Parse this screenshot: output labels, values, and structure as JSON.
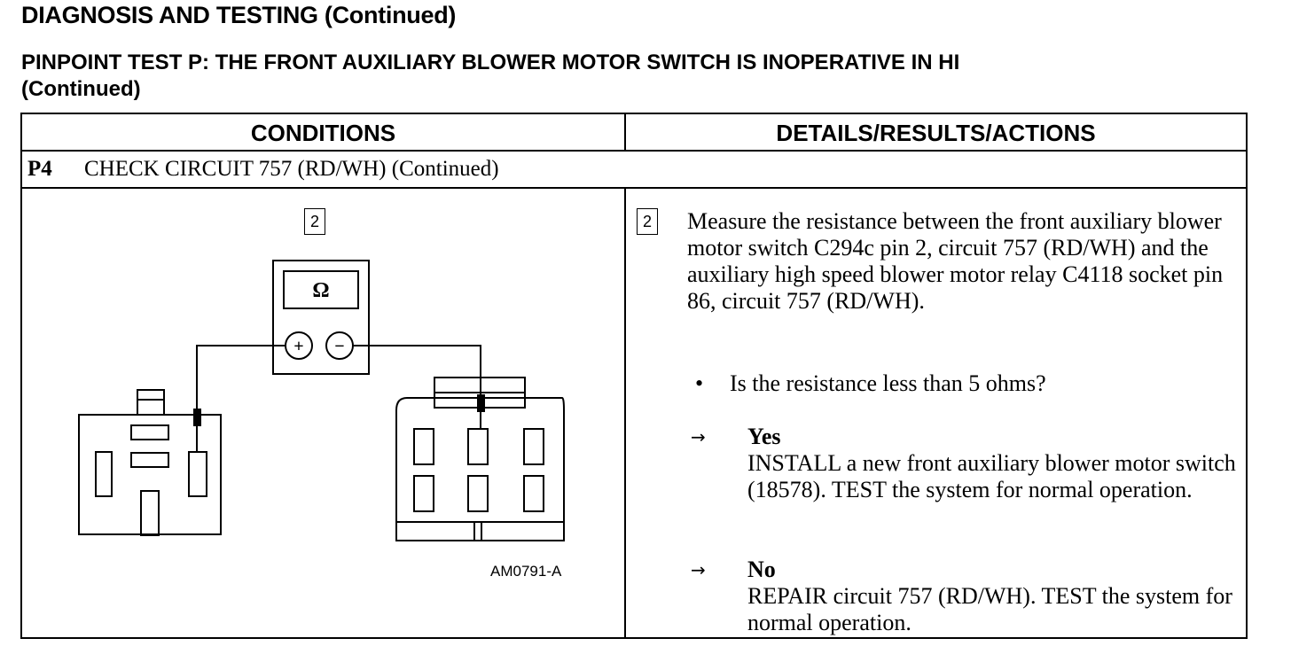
{
  "header": {
    "title": "DIAGNOSIS AND TESTING (Continued)",
    "test_title_line1": "PINPOINT TEST P: THE FRONT AUXILIARY BLOWER MOTOR SWITCH IS INOPERATIVE IN HI",
    "test_title_line2": "(Continued)"
  },
  "table": {
    "col_conditions": "CONDITIONS",
    "col_details": "DETAILS/RESULTS/ACTIONS",
    "step_id": "P4",
    "step_title": "CHECK CIRCUIT 757 (RD/WH) (Continued)"
  },
  "figure": {
    "step_number": "2",
    "meter_symbol": "Ω",
    "plus_symbol": "+",
    "minus_symbol": "−",
    "figure_code": "AM0791-A"
  },
  "details": {
    "step_number": "2",
    "instruction": "Measure the resistance between the front auxiliary blower motor switch C294c pin 2, circuit 757 (RD/WH) and the auxiliary high speed blower motor relay C4118 socket pin 86, circuit 757 (RD/WH).",
    "bullet": "•",
    "question": "Is the resistance less than 5 ohms?",
    "arrow": "→",
    "yes_label": "Yes",
    "yes_action": "INSTALL a new front auxiliary blower motor switch (18578). TEST the system for normal operation.",
    "no_label": "No",
    "no_action": "REPAIR circuit 757 (RD/WH). TEST the system for normal operation."
  }
}
